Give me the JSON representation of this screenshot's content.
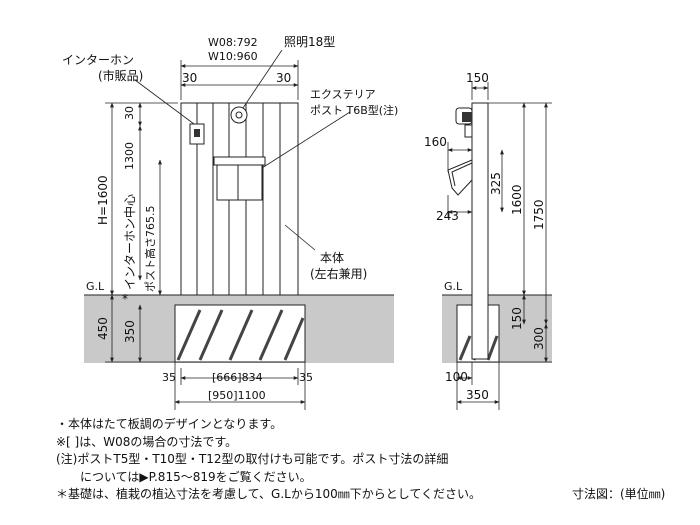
{
  "front": {
    "intercom": "インターホン",
    "intercom_market": "(市販品)",
    "width_w08": "W08:792",
    "width_w10": "W10:960",
    "light": "照明18型",
    "exterior_1": "エクステリア",
    "exterior_2": "ポスト T6B型(注)",
    "dim_30_left": "30",
    "dim_30_right": "30",
    "dim_top_30": "30",
    "dim_1300": "1300",
    "intercom_center": "インターホン中心",
    "post_height": "ポスト高さ765.5",
    "height_total": "H=1600",
    "body_1": "本体",
    "body_2": "(左右兼用)",
    "gl": "G.L",
    "dim_450": "450",
    "dim_350": "350",
    "asterisk": "*",
    "dim_35_left": "35",
    "dim_35_right": "35",
    "dim_666_834": "[666]834",
    "dim_950_1100": "[950]1100"
  },
  "side": {
    "dim_150_top": "150",
    "dim_160": "160",
    "dim_325": "325",
    "dim_1600": "1600",
    "dim_1750": "1750",
    "dim_243": "243",
    "gl": "G.L",
    "dim_150_bottom": "150",
    "dim_300": "300",
    "dim_100": "100",
    "dim_350": "350"
  },
  "notes": [
    "・本体はたて板調のデザインとなります。",
    "※[ ]は、W08の場合の寸法です。",
    "(注)ポストT5型・T10型・T12型の取付けも可能です。ポスト寸法の詳細",
    "　　については▶P.815～819をご覧ください。",
    "＊基礎は、植栽の植込寸法を考慮して、G.Lから100㎜下からとしてください。"
  ],
  "unit": "寸法図：(単位㎜)",
  "colors": {
    "ground": "#c9c9c9",
    "line": "#222222"
  }
}
